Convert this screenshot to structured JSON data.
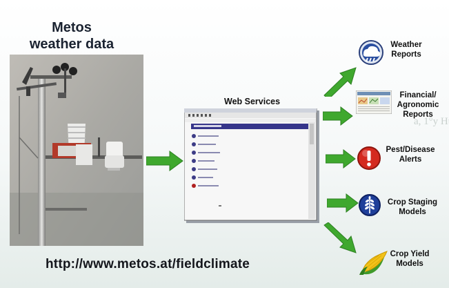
{
  "title": {
    "line1": "Metos",
    "line2": "weather data"
  },
  "url": "http://www.metos.at/fieldclimate",
  "web_services": {
    "label": "Web Services"
  },
  "outputs": [
    {
      "lines": [
        "Weather",
        "Reports"
      ],
      "icon": "weather-cloud-icon"
    },
    {
      "lines": [
        "Financial/",
        "Agronomic",
        "Reports"
      ],
      "icon": "report-thumbnail-icon"
    },
    {
      "lines": [
        "Pest/Disease",
        "Alerts"
      ],
      "icon": "alert-icon"
    },
    {
      "lines": [
        "Crop Staging",
        "Models"
      ],
      "icon": "wheat-icon"
    },
    {
      "lines": [
        "Crop Yield",
        "Models"
      ],
      "icon": "corn-icon"
    }
  ],
  "colors": {
    "arrow": "#3fa82e",
    "alert": "#d42a1f",
    "globe": "#1f3f9a",
    "window_title": "#36358a"
  }
}
